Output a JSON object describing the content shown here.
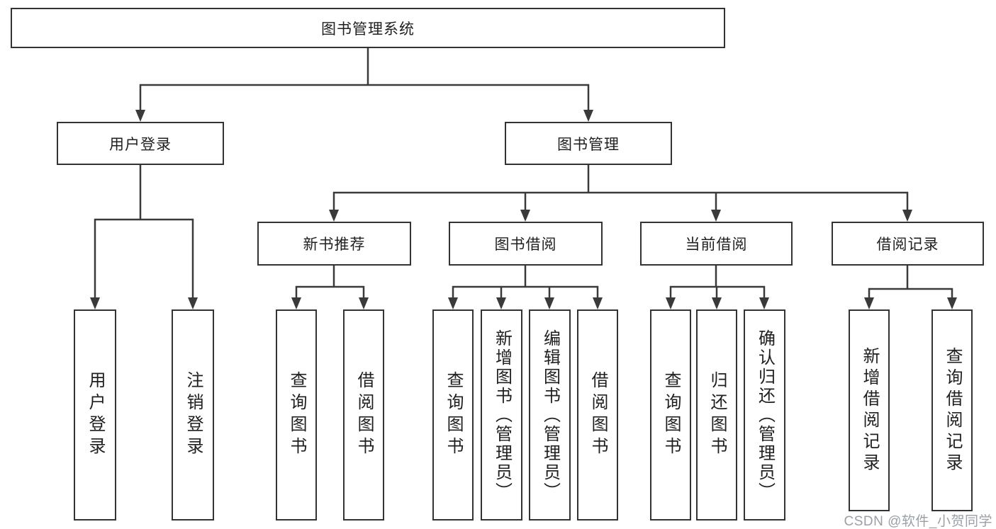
{
  "colors": {
    "line": "#3a3a3a",
    "border": "#333333",
    "text": "#1f1f1f",
    "watermark": "#9aa0a6",
    "background": "#ffffff"
  },
  "tree": {
    "root": {
      "label": "图书管理系统"
    },
    "children": [
      {
        "label": "用户登录",
        "children": [
          {
            "label": "用户登录"
          },
          {
            "label": "注销登录"
          }
        ]
      },
      {
        "label": "图书管理",
        "children": [
          {
            "label": "新书推荐",
            "children": [
              {
                "label": "查询图书"
              },
              {
                "label": "借阅图书"
              }
            ]
          },
          {
            "label": "图书借阅",
            "children": [
              {
                "label": "查询图书"
              },
              {
                "label": "新增图书（管理员）"
              },
              {
                "label": "编辑图书（管理员）"
              },
              {
                "label": "借阅图书"
              }
            ]
          },
          {
            "label": "当前借阅",
            "children": [
              {
                "label": "查询图书"
              },
              {
                "label": "归还图书"
              },
              {
                "label": "确认归还（管理员）"
              }
            ]
          },
          {
            "label": "借阅记录",
            "children": [
              {
                "label": "新增借阅记录"
              },
              {
                "label": "查询借阅记录"
              }
            ]
          }
        ]
      }
    ]
  },
  "watermark": {
    "label": "CSDN @软件_小贺同学"
  }
}
